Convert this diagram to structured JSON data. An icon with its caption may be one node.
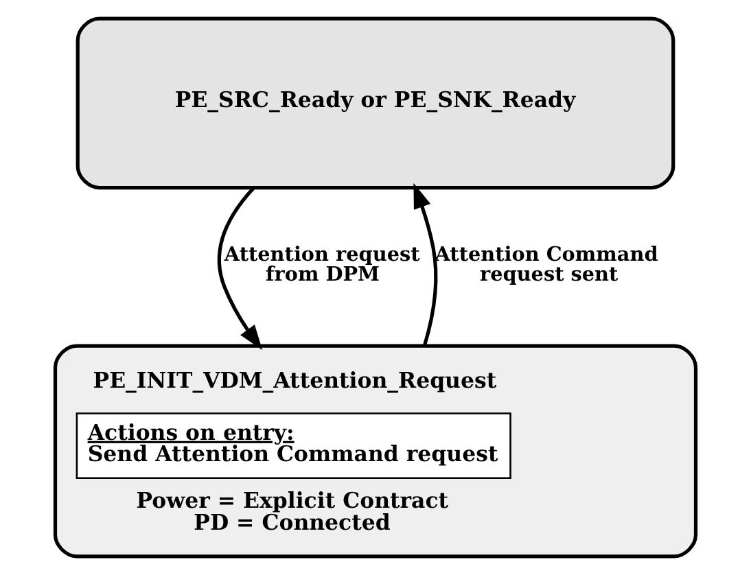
{
  "diagram": {
    "nodes": [
      {
        "text": [
          "PE_SRC_Ready or PE_SNK_Ready"
        ]
      },
      {
        "text": [
          "PE_INIT_VDM_Attention_Request",
          "Actions on entry:",
          "Send Attention Command request",
          "Power = Explicit Contract PD = Connected"
        ]
      }
    ],
    "edges": [
      {
        "from": 0,
        "to": 1,
        "arrow": "to",
        "label": "Attention request from DPM"
      },
      {
        "from": 1,
        "to": 0,
        "arrow": "to",
        "label": "Attention Command request sent"
      }
    ]
  }
}
